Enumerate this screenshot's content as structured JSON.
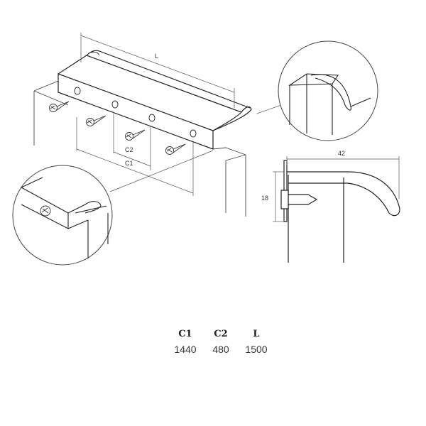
{
  "drawing": {
    "labels": {
      "length": "L",
      "c1": "C1",
      "c2": "C2",
      "profile_width": "42",
      "profile_height": "18"
    }
  },
  "dimension_table": {
    "headers": [
      "C1",
      "C2",
      "L"
    ],
    "values": [
      "1440",
      "480",
      "1500"
    ]
  }
}
